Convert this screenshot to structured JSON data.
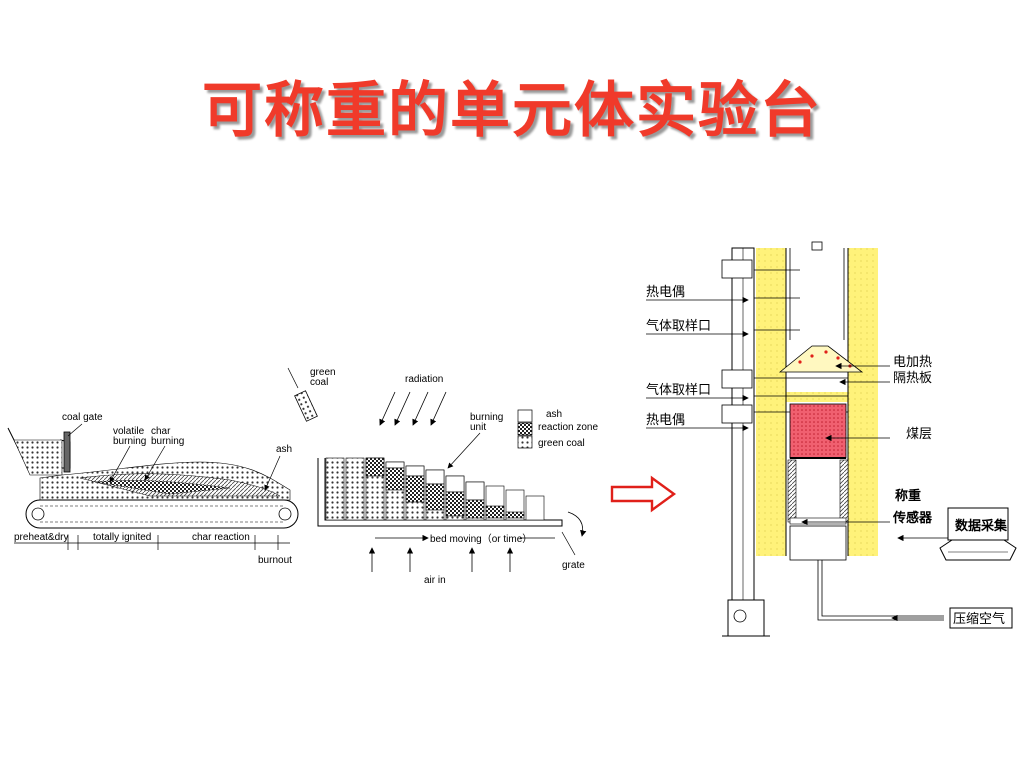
{
  "title": "可称重的单元体实验台",
  "grate_diagram": {
    "labels": {
      "coal_gate": "coal gate",
      "volatile_burning_1": "volatile",
      "volatile_burning_2": "burning",
      "char_burning_1": "char",
      "char_burning_2": "burning",
      "ash": "ash",
      "preheat_dry": "preheat&dry",
      "totally_ignited": "totally ignited",
      "char_reaction": "char reaction",
      "burnout": "burnout"
    }
  },
  "bed_diagram": {
    "labels": {
      "green_coal_1": "green",
      "green_coal_2": "coal",
      "radiation": "radiation",
      "burning_unit_1": "burning",
      "burning_unit_2": "unit",
      "bed_moving": "bed moving（or time）",
      "air_in": "air in",
      "grate": "grate"
    },
    "legend": [
      {
        "pattern": "empty",
        "label": "ash"
      },
      {
        "pattern": "checker",
        "label": "reaction zone"
      },
      {
        "pattern": "dots",
        "label": "green coal"
      }
    ]
  },
  "apparatus": {
    "labels": {
      "thermocouple_top": "热电偶",
      "gas_sampling_top": "气体取样口",
      "gas_sampling_bottom": "气体取样口",
      "thermocouple_bottom": "热电偶",
      "electric_heating": "电加热",
      "heat_insulation_plate": "隔热板",
      "coal_layer": "煤层",
      "weighing_1": "称重",
      "weighing_2": "传感器",
      "data_acquisition": "数据采集",
      "compressed_air": "压缩空气"
    },
    "colors": {
      "insulation": "#fff27a",
      "coal_layer": "#f06070",
      "arrow": "#e0201a"
    }
  }
}
